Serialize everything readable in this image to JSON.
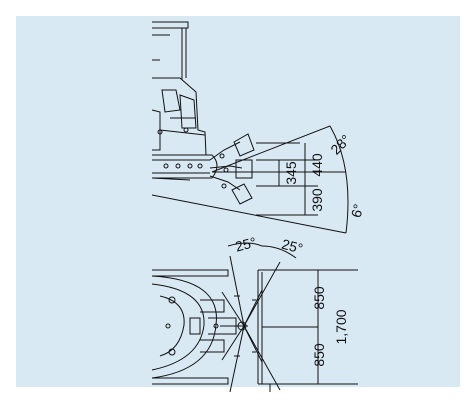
{
  "labels": {
    "angle_top": "28°",
    "angle_bottom": "6°",
    "dim_345": "345",
    "dim_440": "440",
    "dim_390": "390",
    "angle_left": "25°",
    "angle_right": "25°",
    "dim_850_top": "850",
    "dim_850_bottom": "850",
    "dim_1700": "1,700"
  },
  "colors": {
    "panel": "#d9e9f4",
    "line": "#111111"
  }
}
